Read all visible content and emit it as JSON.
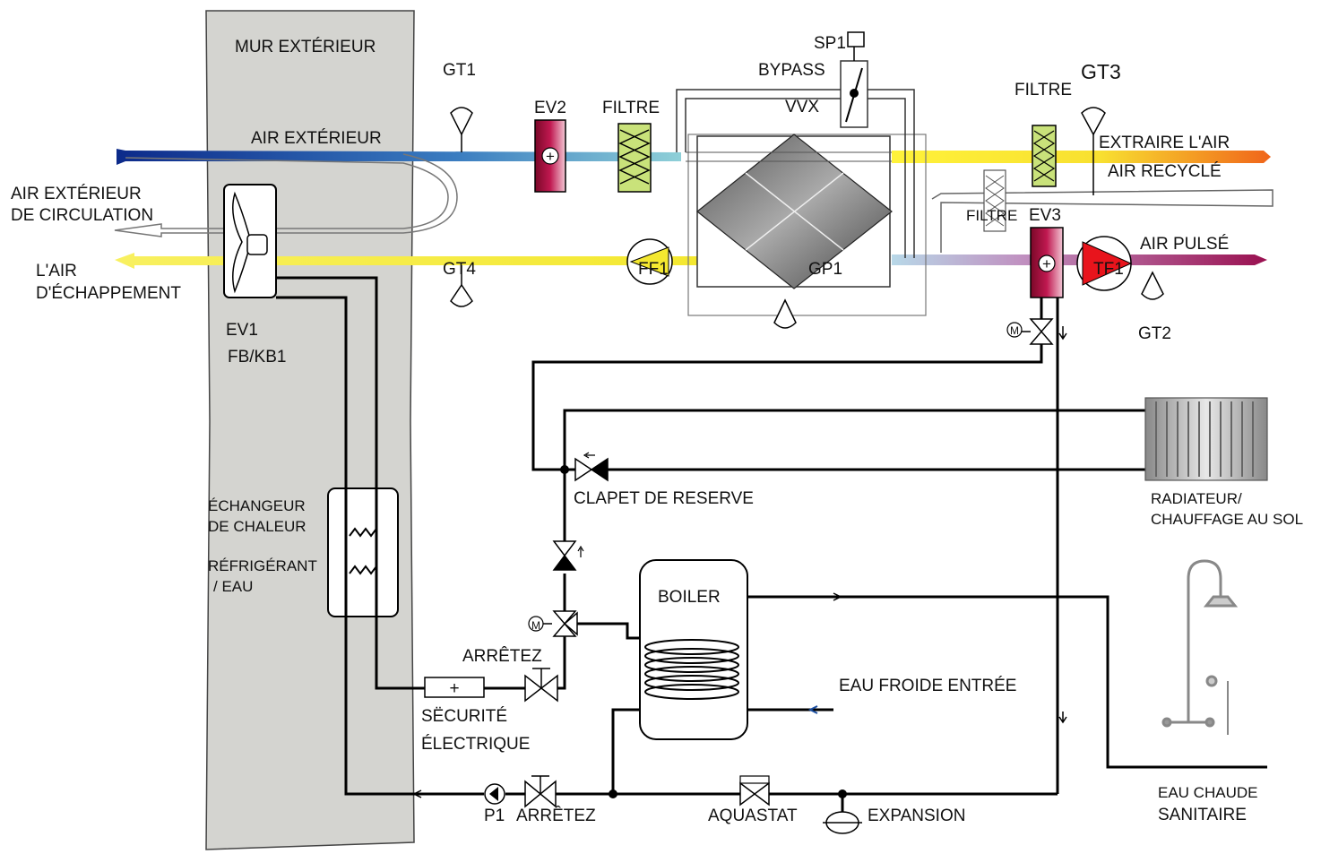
{
  "labels": {
    "mur": "MUR EXTÉRIEUR",
    "gt1": "GT1",
    "ev2": "EV2",
    "filtre1": "FILTRE",
    "sp1": "SP1",
    "bypass": "BYPASS",
    "vvx": "VVX",
    "filtre2": "FILTRE",
    "gt3": "GT3",
    "air_ext": "AIR EXTÉRIEUR",
    "extraire": "EXTRAIRE L'AIR",
    "air_recycle": "AIR RECYCLÉ",
    "circ_1": "AIR EXTÉRIEUR",
    "circ_2": "DE CIRCULATION",
    "filtre3": "FILTRE",
    "ev3": "EV3",
    "air_pulse": "AIR PULSÉ",
    "echap_1": "L'AIR",
    "echap_2": "D'ÉCHAPPEMENT",
    "gt4": "GT4",
    "ff1": "FF1",
    "gp1": "GP1",
    "tf1": "TF1",
    "ev1": "EV1",
    "fbkb1": "FB/KB1",
    "gt2": "GT2",
    "clapet": "CLAPET DE RESERVE",
    "radiateur_1": "RADIATEUR/",
    "radiateur_2": "CHAUFFAGE AU SOL",
    "echangeur_1": "ÉCHANGEUR",
    "echangeur_2": "DE CHALEUR",
    "echangeur_3": "RÉFRIGÉRANT",
    "echangeur_4": "/ EAU",
    "boiler": "BOILER",
    "arretez1": "ARRÊTEZ",
    "eau_froide": "EAU FROIDE ENTRÉE",
    "securite_1": "SËCURITÉ",
    "securite_2": "ÉLECTRIQUE",
    "p1": "P1",
    "arretez2": "ARRÊTEZ",
    "aquastat": "AQUASTAT",
    "expansion": "EXPANSION",
    "eau_chaude_1": "EAU CHAUDE",
    "eau_chaude_2": "SANITAIRE",
    "motor": "M",
    "plus": "+"
  },
  "colors": {
    "wall": "#d4d4d0",
    "blue": "#1a3e8c",
    "yellow": "#f7ef2a",
    "orange": "#f07a1a",
    "magenta": "#a0185a",
    "heater": "#a0123c",
    "filter": "#c9e27a",
    "fan_red": "#e8141c"
  }
}
